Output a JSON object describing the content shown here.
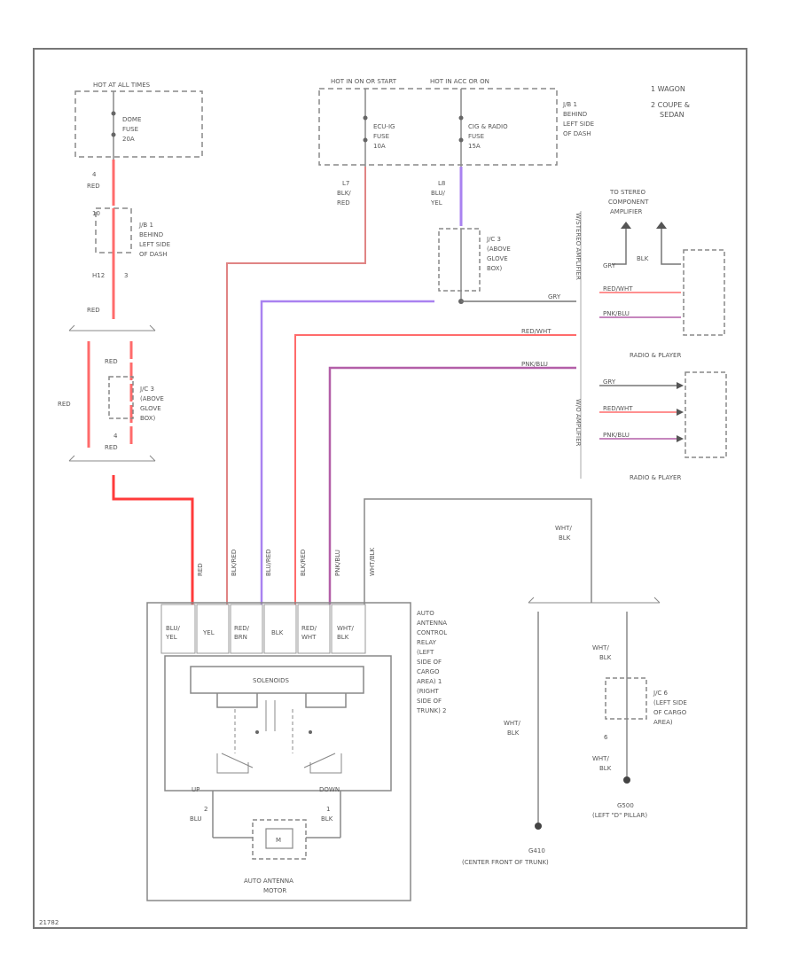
{
  "legend": {
    "item1": "1 WAGON",
    "item2_line1": "2 COUPE &",
    "item2_line2": "SEDAN"
  },
  "fuse_boxes": {
    "hot_at_all_times": "HOT AT ALL TIMES",
    "dome_fuse": [
      "DOME",
      "FUSE",
      "20A"
    ],
    "hot_in_on_or_start": "HOT IN ON OR START",
    "hot_in_acc": "HOT IN ACC OR ON",
    "engine_fuse": [
      "ECU-IG",
      "FUSE",
      "10A"
    ],
    "cig_radio_fuse": [
      "CIG & RADIO",
      "FUSE",
      "15A"
    ],
    "jb1_top": [
      "J/B 1",
      "BEHIND",
      "LEFT SIDE",
      "OF DASH"
    ],
    "jb1_left": [
      "J/B 1",
      "BEHIND",
      "LEFT SIDE",
      "OF DASH"
    ]
  },
  "junctions": {
    "jc3_right": [
      "J/C 3",
      "(ABOVE",
      "GLOVE",
      "BOX)"
    ],
    "jc3_left": [
      "J/C 3",
      "(ABOVE",
      "GLOVE",
      "BOX)"
    ],
    "jc6": [
      "J/C 6",
      "(LEFT SIDE",
      "OF CARGO",
      "AREA)"
    ]
  },
  "wires": {
    "red": "RED",
    "red_top": "RED",
    "red_mid": "RED",
    "red_box": "RED",
    "red_bottom": "RED",
    "red_left": "RED",
    "pin_4": "4",
    "pin_4b": "4",
    "pin_h12": "H12",
    "pin_3": "3",
    "pin_10": "10",
    "blk_red": [
      "L7",
      "BLK/",
      "RED"
    ],
    "blu_yel_top": [
      "L8",
      "BLU/",
      "YEL"
    ],
    "gry": "GRY",
    "red_wht": "RED/WHT",
    "pnk_blu": "PNK/BLU",
    "wht_blk": [
      "WHT/",
      "BLK"
    ],
    "wht_blk_v1": [
      "WHT/",
      "BLK"
    ],
    "wht_blk_v2": [
      "WHT/",
      "BLK"
    ],
    "wht_blk_v3": [
      "WHT/",
      "BLK"
    ]
  },
  "connector_labels": [
    "RED",
    "BLK/RED",
    "BLU/RED",
    "BLK/RED",
    "PNK/BLU",
    "WHT/BLK"
  ],
  "stereo": {
    "title": [
      "TO STEREO",
      "COMPONENT",
      "AMPLIFIER"
    ],
    "with_amp": "W/STEREO AMPLIFIER",
    "without_amp": "W/O AMPLIFIER",
    "blk": "BLK",
    "gry": "GRY",
    "red_wht": "RED/WHT",
    "pnk_blu": "PNK/BLU",
    "red_wht2": "RED/WHT",
    "pnk_blu2": "PNK/BLU",
    "gry2": "GRY",
    "red_wht3": "RED/WHT",
    "pnk_blu3": "PNK/BLU",
    "radio_player_1": "RADIO & PLAYER",
    "radio_player_2": "RADIO & PLAYER"
  },
  "relay": {
    "pins": [
      [
        "BLU/",
        "YEL"
      ],
      [
        "YEL"
      ],
      [
        "RED/",
        "BRN"
      ],
      [
        "BLK"
      ],
      [
        "RED/",
        "WHT"
      ],
      [
        "WHT/",
        "BLK"
      ]
    ],
    "label": [
      "AUTO",
      "ANTENNA",
      "CONTROL",
      "RELAY",
      "(LEFT",
      "SIDE OF",
      "CARGO",
      "AREA) 1",
      "(RIGHT",
      "SIDE OF",
      "TRUNK) 2"
    ],
    "solenoid": "SOLENOIDS",
    "up": "UP",
    "down": "DOWN",
    "blu": [
      "2",
      "BLU"
    ],
    "blk": [
      "1",
      "BLK"
    ],
    "motor_m": "M",
    "motor_label": [
      "AUTO ANTENNA",
      "MOTOR"
    ]
  },
  "grounds": {
    "g410_name": "G410",
    "g410_loc": "(CENTER FRONT OF TRUNK)",
    "g500_name": "G500",
    "g500_loc": "(LEFT \"D\" PILLAR)"
  },
  "footer": "21782",
  "colors": {
    "red_wire": "#ff6b6b",
    "red_wire_bright": "#ff3b3b",
    "blk_red_wire": "#e08484",
    "blu_wire": "#a982f0",
    "pnk_blu_wire": "#b35fa8",
    "gry_wire": "#777777",
    "dashed": "#888888"
  }
}
